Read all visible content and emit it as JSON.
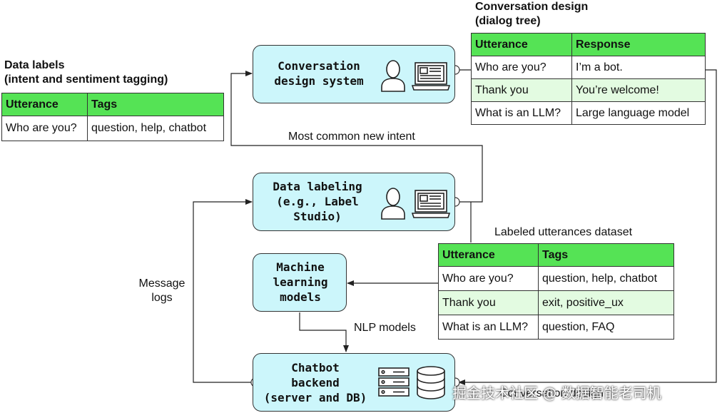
{
  "data_labels": {
    "heading_line1": "Data labels",
    "heading_line2": "(intent and sentiment tagging)",
    "headers": [
      "Utterance",
      "Tags"
    ],
    "rows": [
      [
        "Who are you?",
        "question, help, chatbot"
      ]
    ]
  },
  "conversation_design": {
    "heading_line1": "Conversation design",
    "heading_line2": "(dialog tree)",
    "headers": [
      "Utterance",
      "Response"
    ],
    "rows": [
      [
        "Who are you?",
        "I’m a bot."
      ],
      [
        "Thank you",
        "You’re welcome!"
      ],
      [
        "What is an LLM?",
        "Large language model"
      ]
    ]
  },
  "labeled_dataset": {
    "heading": "Labeled utterances dataset",
    "headers": [
      "Utterance",
      "Tags"
    ],
    "rows": [
      [
        "Who are you?",
        "question, help, chatbot"
      ],
      [
        "Thank you",
        "exit, positive_ux"
      ],
      [
        "What is an LLM?",
        "question, FAQ"
      ]
    ]
  },
  "nodes": {
    "conversation_system": {
      "line1": "Conversation",
      "line2": "design system"
    },
    "data_labeling": {
      "line1": "Data labeling",
      "line2": "(e.g., Label",
      "line3": "Studio)"
    },
    "ml_models": {
      "line1": "Machine",
      "line2": "learning",
      "line3": "models"
    },
    "chatbot_backend": {
      "line1": "Chatbot",
      "line2": "backend",
      "line3": "(server and DB)"
    }
  },
  "edge_labels": {
    "most_common_intent": "Most common new intent",
    "message_logs_line1": "Message",
    "message_logs_line2": "logs",
    "nlp_models": "NLP models",
    "conversation_design": "Conversation design"
  },
  "watermark": "掘金技术社区 @ 数据智能老司机",
  "colors": {
    "node_fill": "#ccf6fb",
    "table_header": "#55e355",
    "table_alt_row": "#e3fbe1"
  },
  "icons": [
    "person-icon",
    "laptop-icon",
    "server-icon",
    "database-icon"
  ]
}
